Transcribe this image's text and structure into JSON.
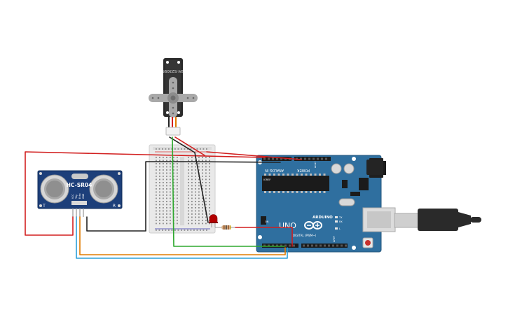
{
  "sensor": {
    "label": "HC-SR04",
    "left_mark": "T",
    "right_mark": "R",
    "pins": [
      "VCC",
      "Trig",
      "Echo",
      "GND"
    ]
  },
  "servo": {
    "label": "SM-S2309S"
  },
  "arduino": {
    "brand": "ARDUINO",
    "model": "UNO",
    "analog_header": "ANALOG IN",
    "power_header": "POWER",
    "digital_header": "DIGITAL (PWM~)",
    "ioref": "IOREF",
    "reset": "RESET",
    "tx": "TX",
    "rx": "RX",
    "l_led": "L",
    "on_led": "ON",
    "aref": "AREF"
  },
  "colors": {
    "wire_red": "#d21f1f",
    "wire_black": "#222222",
    "wire_green": "#2ea82e",
    "wire_orange": "#e07b00",
    "wire_blue": "#2a9fd8",
    "board_blue": "#2f6f9f",
    "sensor_blue": "#1d3f7a"
  }
}
